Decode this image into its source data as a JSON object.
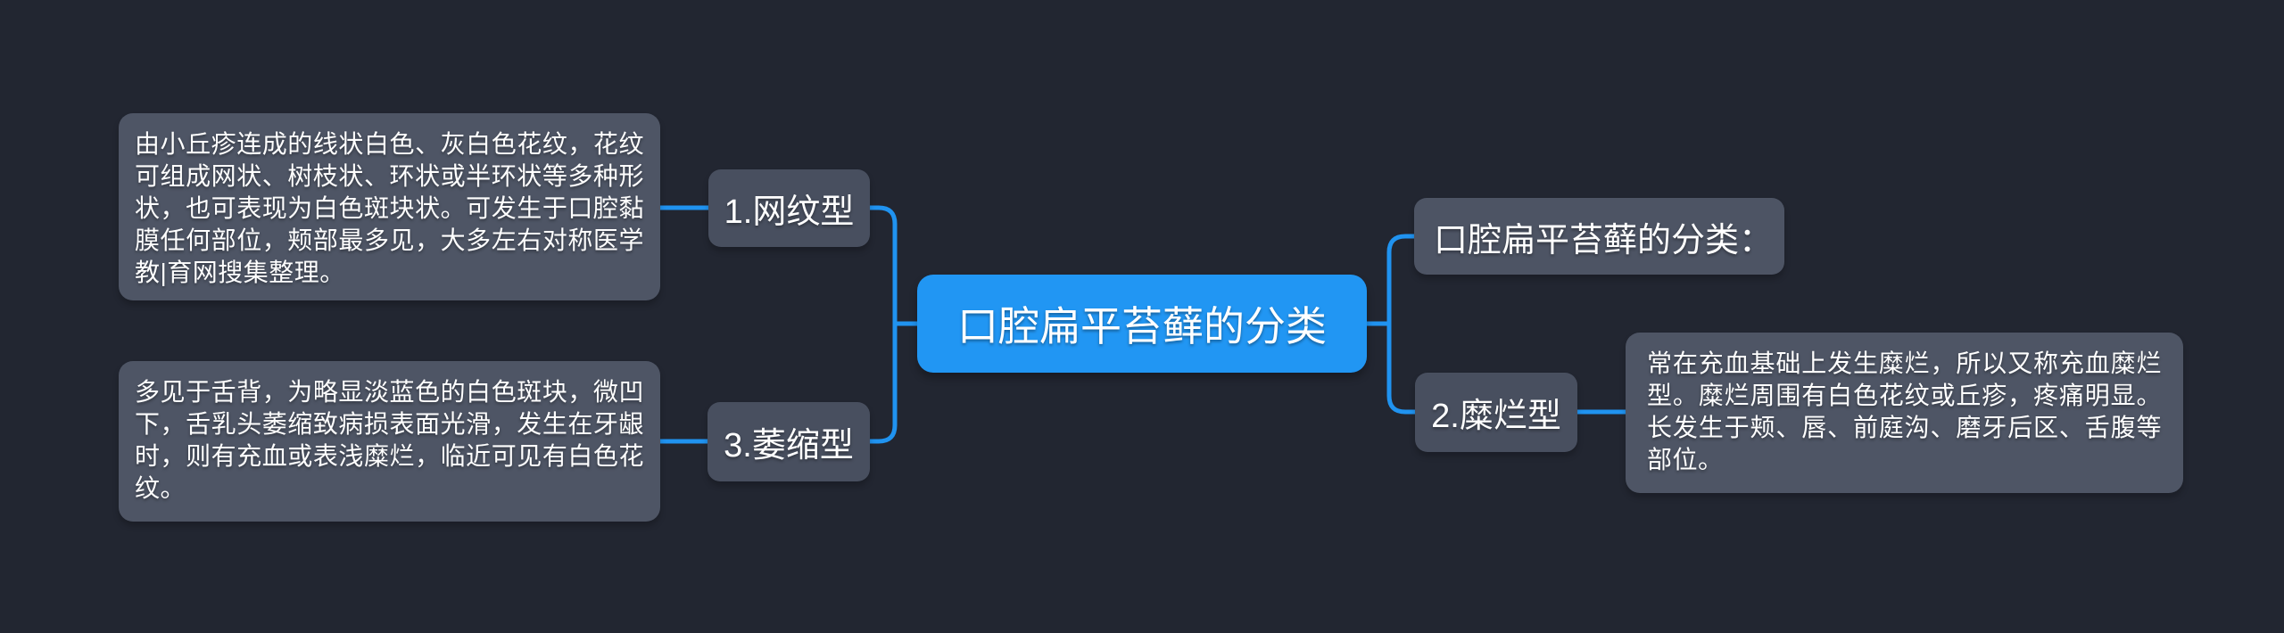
{
  "diagram": {
    "root_label": "口腔扁平苔藓的分类",
    "side_note": "口腔扁平苔藓的分类：",
    "branches": {
      "reticular": {
        "label": "1.网纹型",
        "description": "由小丘疹连成的线状白色、灰白色花纹，花纹可组成网状、树枝状、环状或半环状等多种形状，也可表现为白色斑块状。可发生于口腔黏膜任何部位，颊部最多见，大多左右对称医学教|育网搜集整理。"
      },
      "erosive": {
        "label": "2.糜烂型",
        "description": "常在充血基础上发生糜烂，所以又称充血糜烂型。糜烂周围有白色花纹或丘疹，疼痛明显。长发生于颊、唇、前庭沟、磨牙后区、舌腹等部位。"
      },
      "atrophic": {
        "label": "3.萎缩型",
        "description": "多见于舌背，为略显淡蓝色的白色斑块，微凹下，舌乳头萎缩致病损表面光滑，发生在牙龈时，则有充血或表浅糜烂，临近可见有白色花纹。"
      }
    },
    "colors": {
      "background": "#222631",
      "root_fill": "#2196f3",
      "connector": "#2093f0",
      "description_fill": "#4e5565",
      "label_fill": "#484f5f",
      "note_fill": "#4d5464",
      "text": "#ffffff"
    }
  }
}
